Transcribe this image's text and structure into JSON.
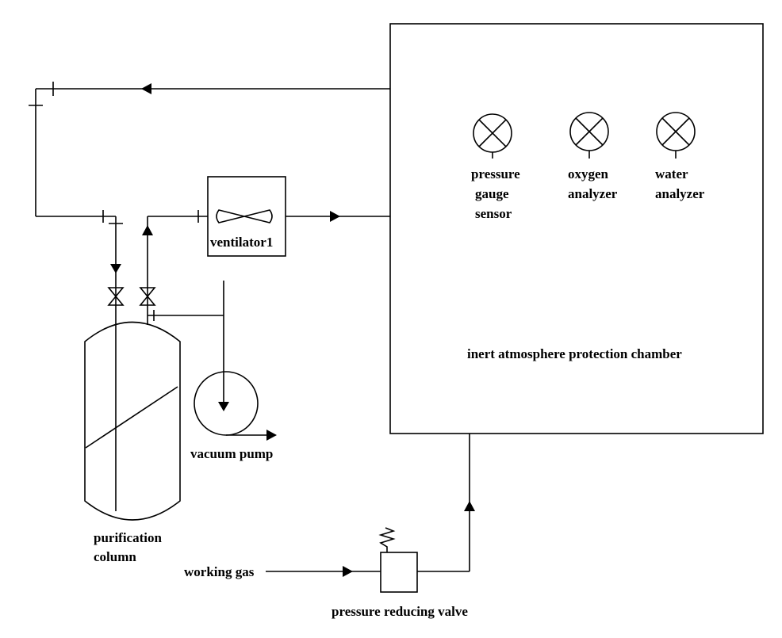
{
  "labels": {
    "chamber": "inert atmosphere protection chamber",
    "pressure_sensor": [
      "pressure",
      "gauge",
      "sensor"
    ],
    "oxygen_analyzer": [
      "oxygen",
      "analyzer"
    ],
    "water_analyzer": [
      "water",
      "analyzer"
    ],
    "ventilator": "ventilator1",
    "vacuum_pump": "vacuum pump",
    "purification_column": [
      "purification",
      "column"
    ],
    "working_gas": "working gas",
    "pressure_reducing_valve": "pressure reducing valve"
  }
}
